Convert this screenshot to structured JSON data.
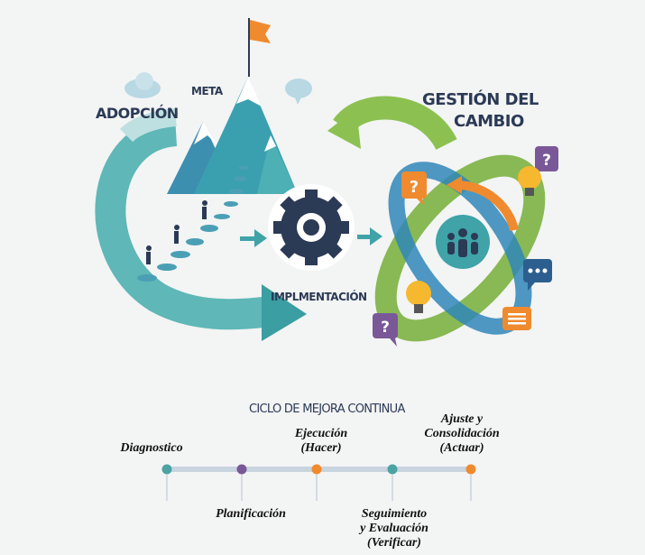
{
  "illustration": {
    "adopcion": "ADOPCIÓN",
    "meta": "META",
    "gestion_line1": "GESTIÓN DEL",
    "gestion_line2": "CAMBIO",
    "implementacion": "IMPLMENTACIÓN",
    "icons": [
      "flag-icon",
      "cloud-icon",
      "mountain-icon",
      "people-icon",
      "gear-icon",
      "lightbulb-icon",
      "question-bubble-icon",
      "chat-bubble-icon",
      "message-icon"
    ]
  },
  "timeline": {
    "title": "CICLO DE MEJORA CONTINUA",
    "steps": [
      {
        "lines": [
          "Diagnostico"
        ],
        "position": "above",
        "color": "#4ba3a3"
      },
      {
        "lines": [
          "Planificación"
        ],
        "position": "below",
        "color": "#7a5898"
      },
      {
        "lines": [
          "Ejecución",
          "(Hacer)"
        ],
        "position": "above",
        "color": "#f08a2e"
      },
      {
        "lines": [
          "Seguimiento",
          "y Evaluación",
          "(Verificar)"
        ],
        "position": "below",
        "color": "#4ba3a3"
      },
      {
        "lines": [
          "Ajuste y",
          "Consolidación",
          "(Actuar)"
        ],
        "position": "above",
        "color": "#f08a2e"
      }
    ]
  },
  "colors": {
    "navy": "#2b3a55",
    "teal": "#3fa3a8",
    "green": "#7cb342",
    "blue": "#2f86b8",
    "orange": "#f08a2e",
    "purple": "#7a5898",
    "yellow": "#f5b82e"
  }
}
